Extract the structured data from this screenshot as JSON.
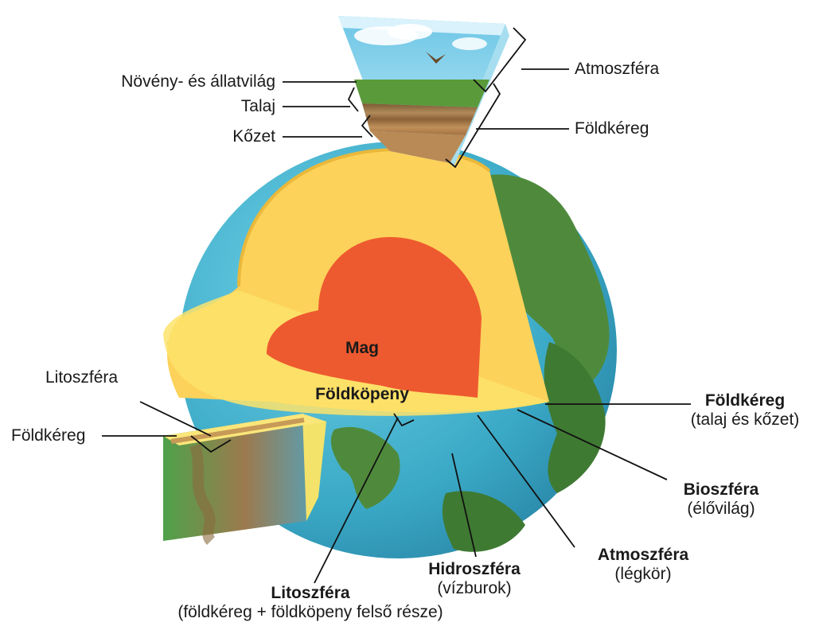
{
  "labels": {
    "novenyallat": "Növény- és állatvilág",
    "talaj": "Talaj",
    "kozet": "Kőzet",
    "atmoszfera_top": "Atmoszféra",
    "foldkereg_top": "Földkéreg",
    "mag": "Mag",
    "foldkopeny": "Földköpeny",
    "litoszfera_left": "Litoszféra",
    "foldkereg_left": "Földkéreg",
    "foldkereg_right": "Földkéreg",
    "foldkereg_right_sub": "(talaj és kőzet)",
    "bioszfera": "Bioszféra",
    "bioszfera_sub": "(élővilág)",
    "atmoszfera_bottom": "Atmoszféra",
    "atmoszfera_bottom_sub": "(légkör)",
    "hidroszfera": "Hidroszféra",
    "hidroszfera_sub": "(vízburok)",
    "litoszfera_bottom": "Litoszféra",
    "litoszfera_bottom_sub": "(földkéreg + földköpeny felső része)"
  },
  "colors": {
    "ocean": "#3fb3cf",
    "land": "#4f8a3c",
    "mantle": "#fcd25a",
    "mantle_edge": "#f5c042",
    "core": "#ee5a2f",
    "sky": "#8fd6ee",
    "soil": "#a8744a"
  }
}
